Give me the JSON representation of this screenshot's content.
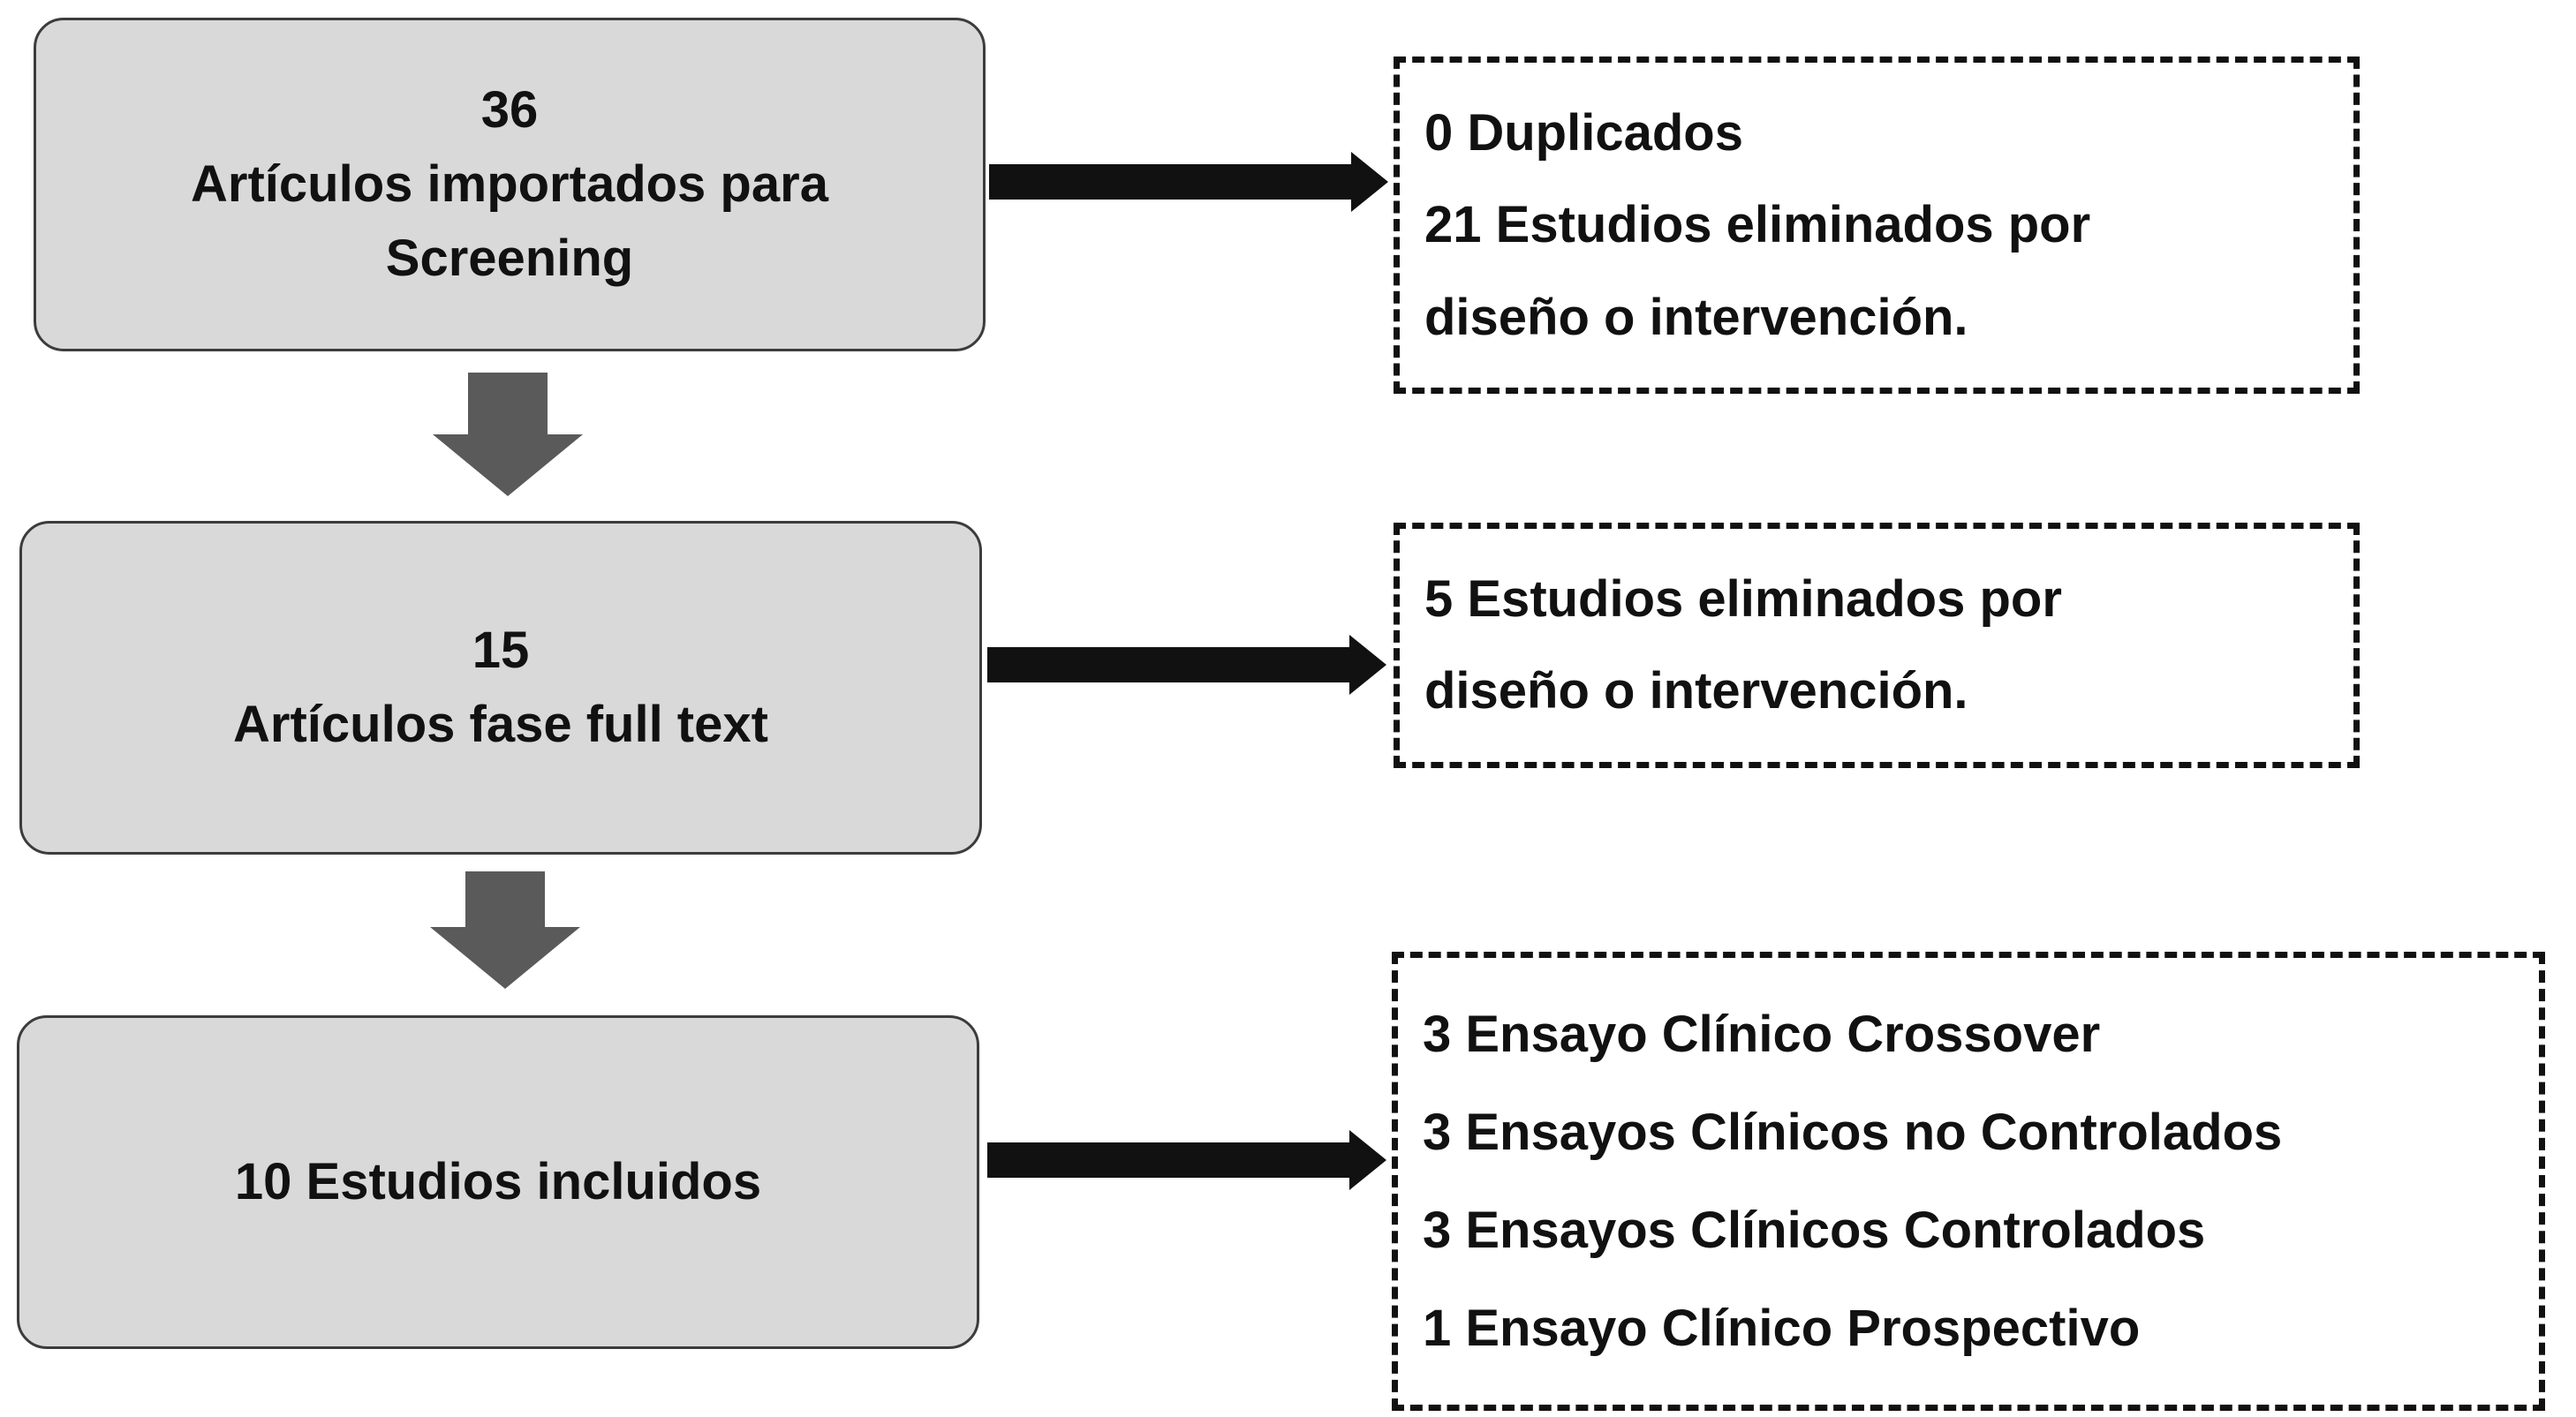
{
  "boxes": {
    "screening": {
      "count": "36",
      "line1": "Artículos importados para",
      "line2": "Screening"
    },
    "fulltext": {
      "count": "15",
      "line1": "Artículos fase full text"
    },
    "included": {
      "label": "10 Estudios incluidos"
    }
  },
  "notes": {
    "screening": [
      "0 Duplicados",
      "21 Estudios eliminados por",
      "diseño o intervención."
    ],
    "fulltext": [
      "5  Estudios eliminados por",
      "diseño o intervención."
    ],
    "included": [
      "3 Ensayo Clínico  Crossover",
      "3 Ensayos Clínicos  no Controlados",
      "3 Ensayos Clínicos  Controlados",
      "1 Ensayo Clínico  Prospectivo"
    ]
  },
  "colors": {
    "box_fill": "#d9d9d9",
    "box_border": "#3c3c3c",
    "down_arrow": "#5a5a5a",
    "right_arrow": "#111111",
    "text": "#111111"
  }
}
